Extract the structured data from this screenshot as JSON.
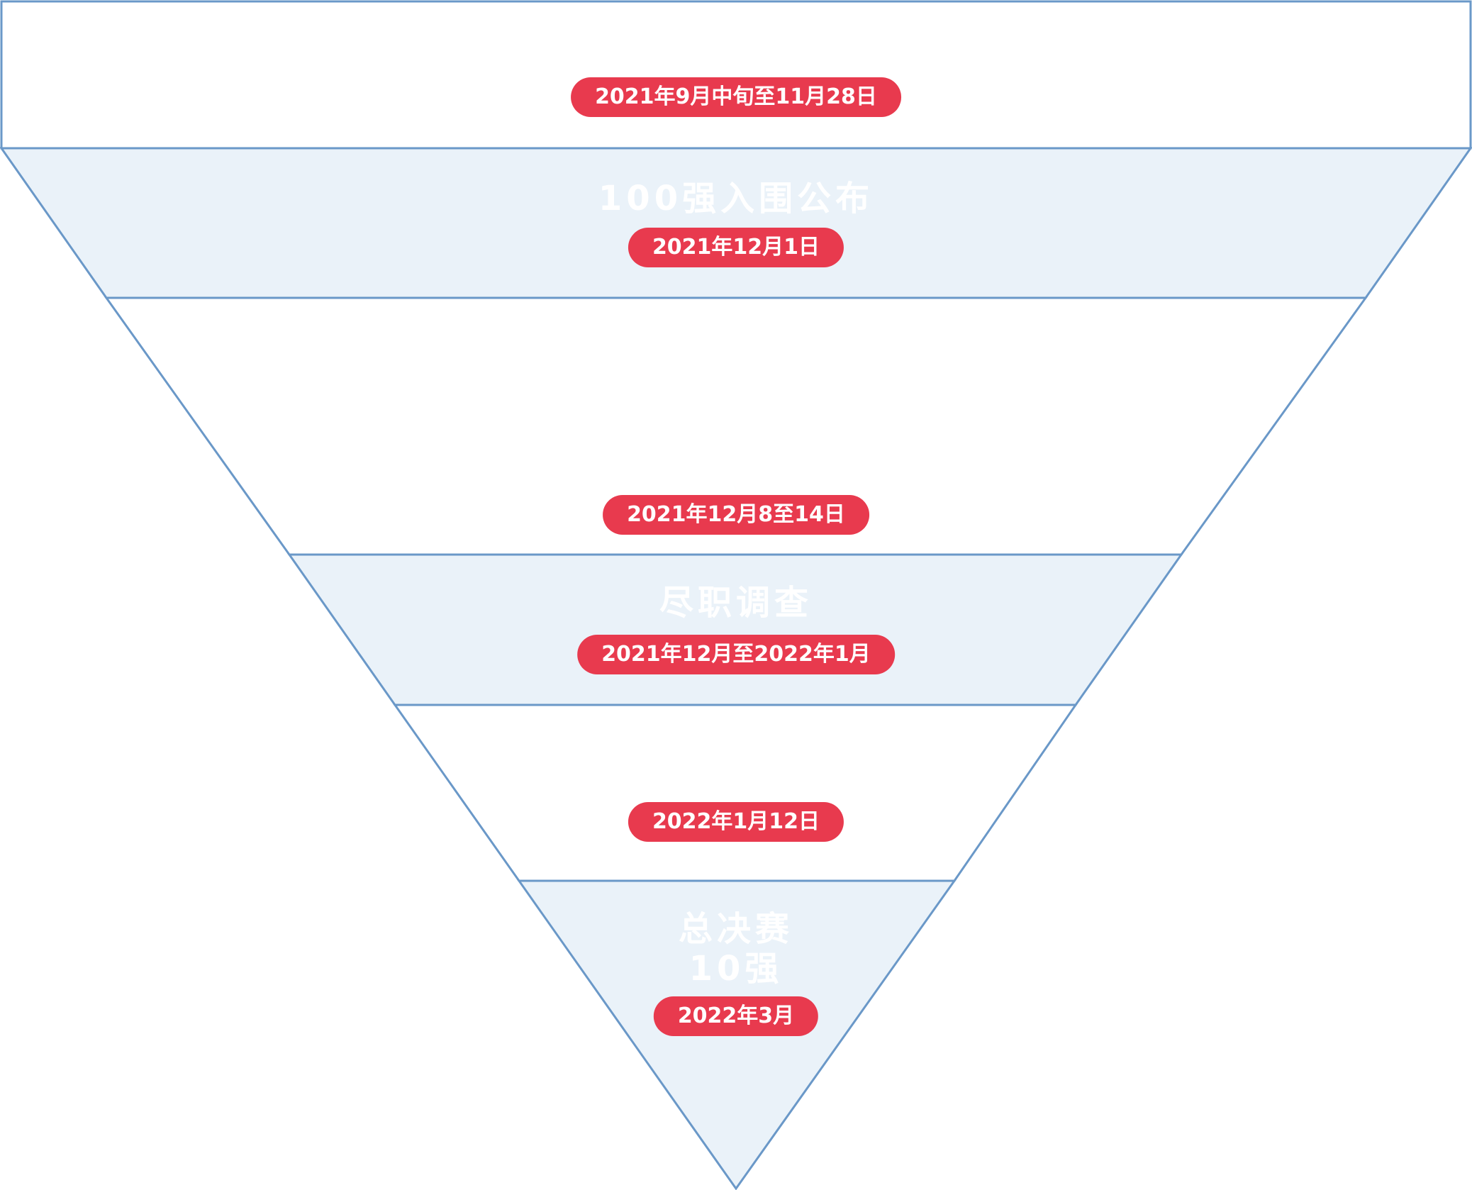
{
  "diagram": {
    "colors": {
      "outline": "#6a98c8",
      "band_fill": "#eaf2f9",
      "white_fill": "#ffffff",
      "pill_fill": "#e83a4e",
      "pill_text": "#ffffff",
      "title_text": "#ffffff"
    },
    "stages": [
      {
        "title": "",
        "date": "2021年9月中旬至11月28日"
      },
      {
        "title": "100强入围公布",
        "date": "2021年12月1日"
      },
      {
        "title": "",
        "date": "2021年12月8至14日"
      },
      {
        "title": "尽职调查",
        "date": "2021年12月至2022年1月"
      },
      {
        "title": "",
        "date": "2022年1月12日"
      },
      {
        "title": "总决赛\n10强",
        "date": "2022年3月"
      }
    ]
  }
}
